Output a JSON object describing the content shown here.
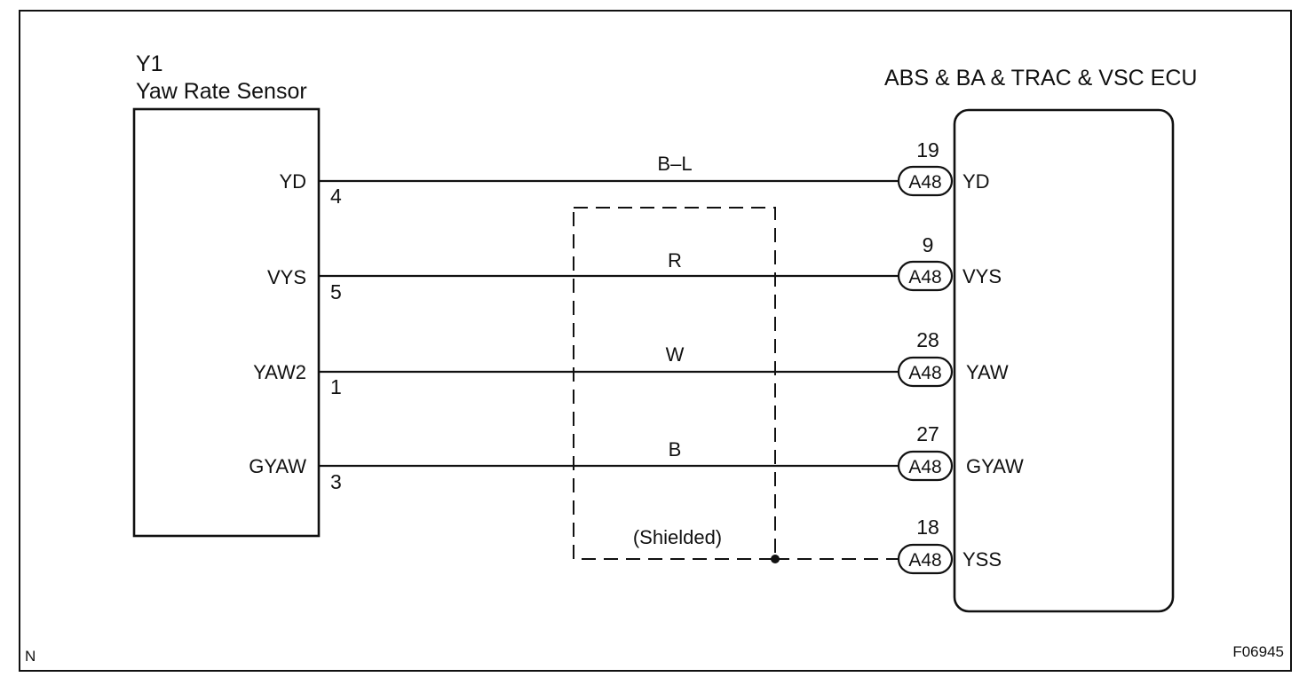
{
  "sensor": {
    "id": "Y1",
    "name": "Yaw Rate Sensor",
    "pins": [
      {
        "signal": "YD",
        "pin": "4"
      },
      {
        "signal": "VYS",
        "pin": "5"
      },
      {
        "signal": "YAW2",
        "pin": "1"
      },
      {
        "signal": "GYAW",
        "pin": "3"
      }
    ]
  },
  "ecu": {
    "name": "ABS & BA & TRAC & VSC ECU",
    "terminals": [
      {
        "signal": "YD",
        "pin": "19",
        "connector": "A48"
      },
      {
        "signal": "VYS",
        "pin": "9",
        "connector": "A48"
      },
      {
        "signal": "YAW",
        "pin": "28",
        "connector": "A48"
      },
      {
        "signal": "GYAW",
        "pin": "27",
        "connector": "A48"
      },
      {
        "signal": "YSS",
        "pin": "18",
        "connector": "A48"
      }
    ]
  },
  "wires": [
    {
      "color": "B–L"
    },
    {
      "color": "R"
    },
    {
      "color": "W"
    },
    {
      "color": "B"
    }
  ],
  "shield": {
    "label": "(Shielded)"
  },
  "corner_left": "N",
  "corner_right": "F06945"
}
